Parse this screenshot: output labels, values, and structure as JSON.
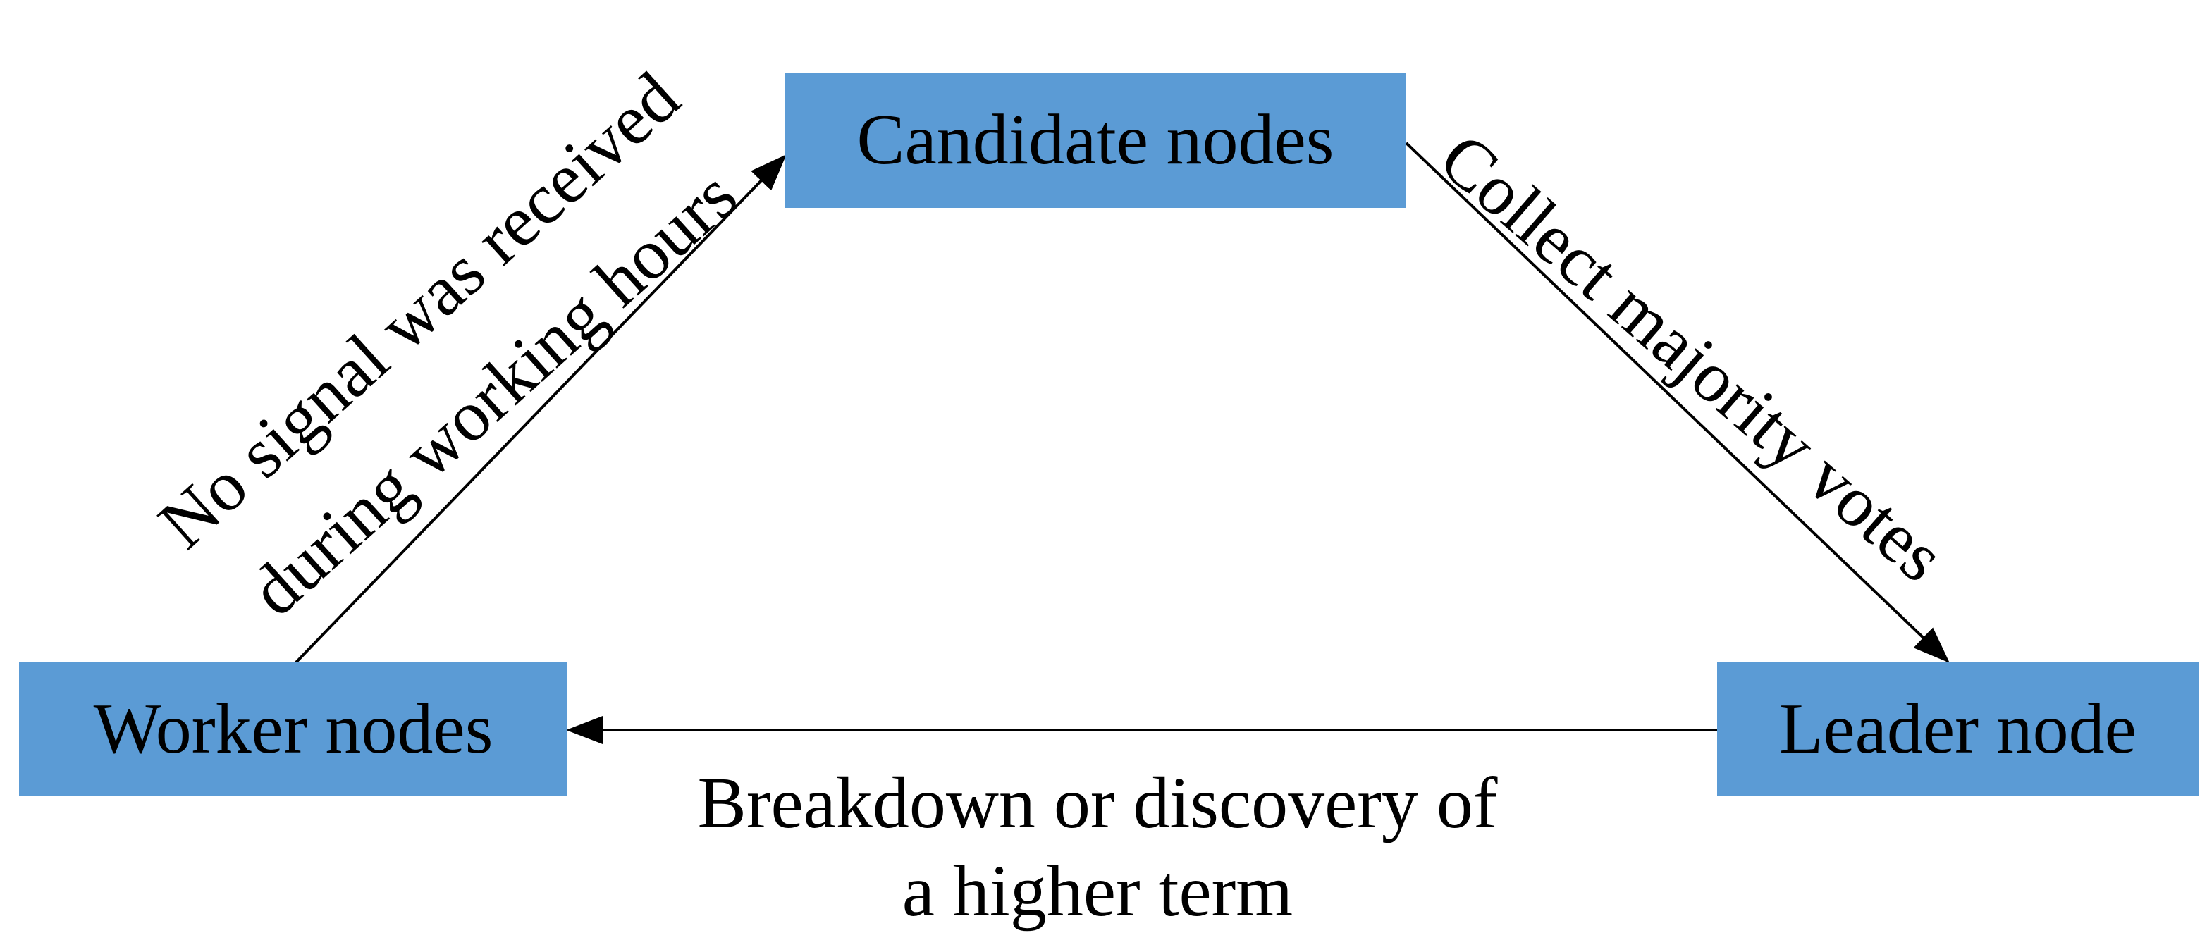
{
  "colors": {
    "background": "#ffffff",
    "node_fill": "#5b9bd5",
    "text": "#000000",
    "arrow": "#000000"
  },
  "nodes": {
    "candidate": {
      "label": "Candidate nodes"
    },
    "worker": {
      "label": "Worker nodes"
    },
    "leader": {
      "label": "Leader node"
    }
  },
  "edges": {
    "worker_to_candidate": {
      "line1": "No signal was received",
      "line2": "during working hours"
    },
    "candidate_to_leader": {
      "label": "Collect majority votes"
    },
    "leader_to_worker": {
      "line1": "Breakdown or discovery of",
      "line2": "a higher term"
    }
  }
}
